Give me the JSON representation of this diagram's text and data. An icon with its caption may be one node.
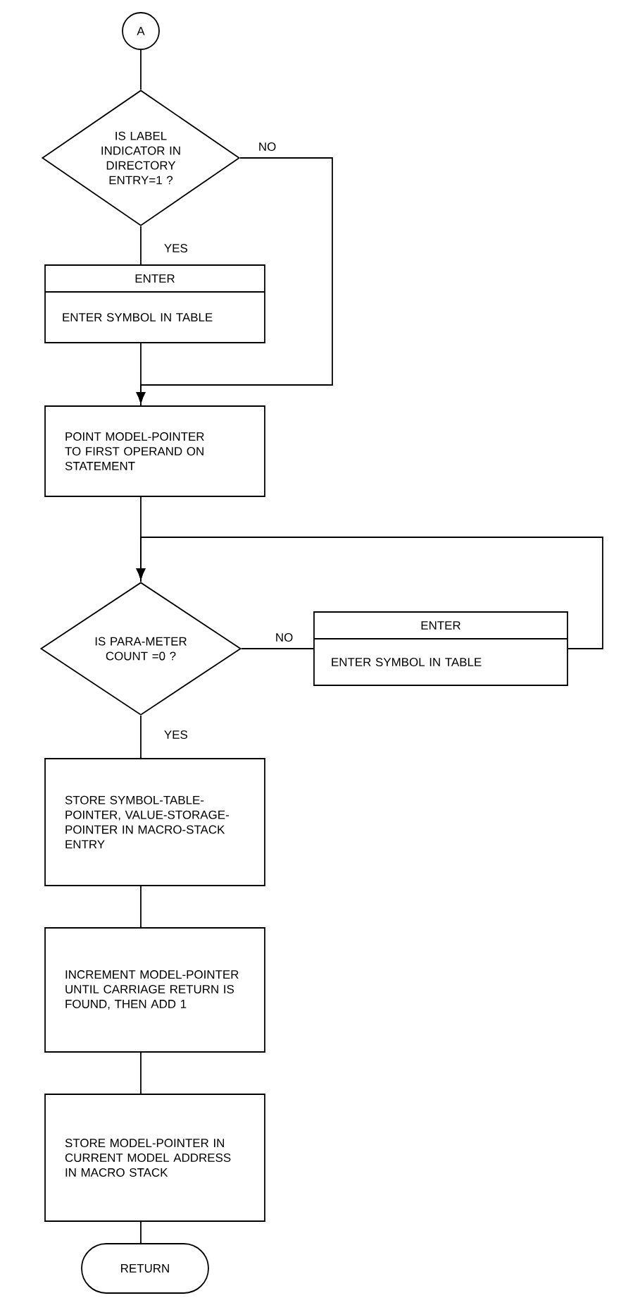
{
  "diagram": {
    "nodes": [
      {
        "text": [
          "A"
        ]
      },
      {
        "text": [
          "IS LABEL INDICATOR IN DIRECTORY ENTRY=1 ?"
        ]
      },
      {
        "text": [
          "ENTER",
          "ENTER SYMBOL IN TABLE"
        ]
      },
      {
        "text": [
          "POINT MODEL-POINTER TO FIRST OPERAND ON STATEMENT"
        ]
      },
      {
        "text": [
          "IS PARA-METER COUNT =0 ?"
        ]
      },
      {
        "text": [
          "ENTER",
          "ENTER SYMBOL IN TABLE"
        ]
      },
      {
        "text": [
          "STORE SYMBOL-TABLE-POINTER, VALUE-STORAGE-POINTER IN MACRO-STACK ENTRY"
        ]
      },
      {
        "text": [
          "INCREMENT MODEL-POINTER UNTIL CARRIAGE RETURN IS FOUND, THEN ADD 1"
        ]
      },
      {
        "text": [
          "STORE MODEL-POINTER IN CURRENT MODEL ADDRESS IN MACRO STACK"
        ]
      },
      {
        "text": [
          "RETURN"
        ]
      }
    ],
    "edges": [
      {
        "from": 0,
        "to": 1,
        "arrow": "none"
      },
      {
        "from": 1,
        "to": 2,
        "arrow": "none",
        "label": "YES"
      },
      {
        "from": 2,
        "to": 3,
        "arrow": "to"
      },
      {
        "from": 1,
        "to": 3,
        "arrow": "to",
        "label": "NO"
      },
      {
        "from": 3,
        "to": 4,
        "arrow": "to"
      },
      {
        "from": 4,
        "to": 5,
        "arrow": "none",
        "label": "NO"
      },
      {
        "from": 5,
        "to": 4,
        "arrow": "to"
      },
      {
        "from": 4,
        "to": 6,
        "arrow": "none",
        "label": "YES"
      },
      {
        "from": 6,
        "to": 7,
        "arrow": "none"
      },
      {
        "from": 7,
        "to": 8,
        "arrow": "none"
      },
      {
        "from": 8,
        "to": 9,
        "arrow": "none"
      }
    ]
  }
}
